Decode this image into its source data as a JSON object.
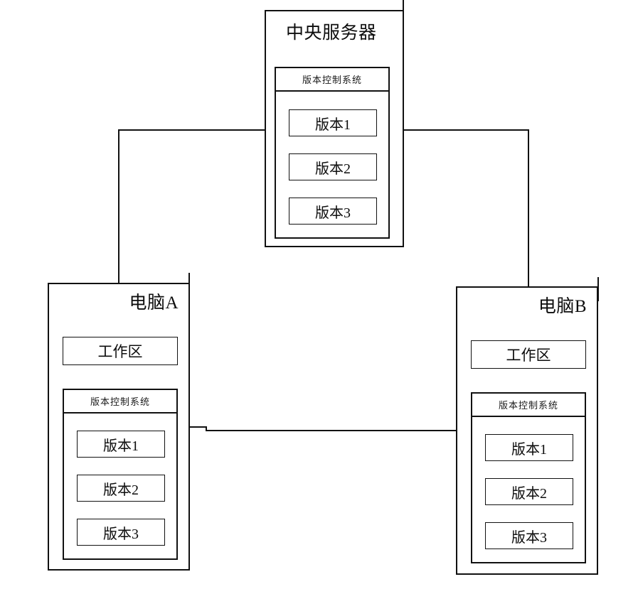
{
  "diagram": {
    "title_semantic": "distributed-version-control-topology",
    "stroke_color": "#111111",
    "background_color": "#ffffff"
  },
  "nodes": {
    "server": {
      "title": "中央服务器",
      "vcs": {
        "header": "版本控制系统",
        "versions": [
          "版本1",
          "版本2",
          "版本3"
        ]
      }
    },
    "computer_a": {
      "title": "电脑A",
      "workspace": "工作区",
      "vcs": {
        "header": "版本控制系统",
        "versions": [
          "版本1",
          "版本2",
          "版本3"
        ]
      }
    },
    "computer_b": {
      "title": "电脑B",
      "workspace": "工作区",
      "vcs": {
        "header": "版本控制系统",
        "versions": [
          "版本1",
          "版本2",
          "版本3"
        ]
      }
    }
  },
  "connections": [
    {
      "name": "server-to-computer-a",
      "from": "server",
      "to": "computer_a"
    },
    {
      "name": "server-to-computer-b",
      "from": "server",
      "to": "computer_b"
    },
    {
      "name": "computer-a-to-computer-b",
      "from": "computer_a",
      "to": "computer_b"
    }
  ]
}
